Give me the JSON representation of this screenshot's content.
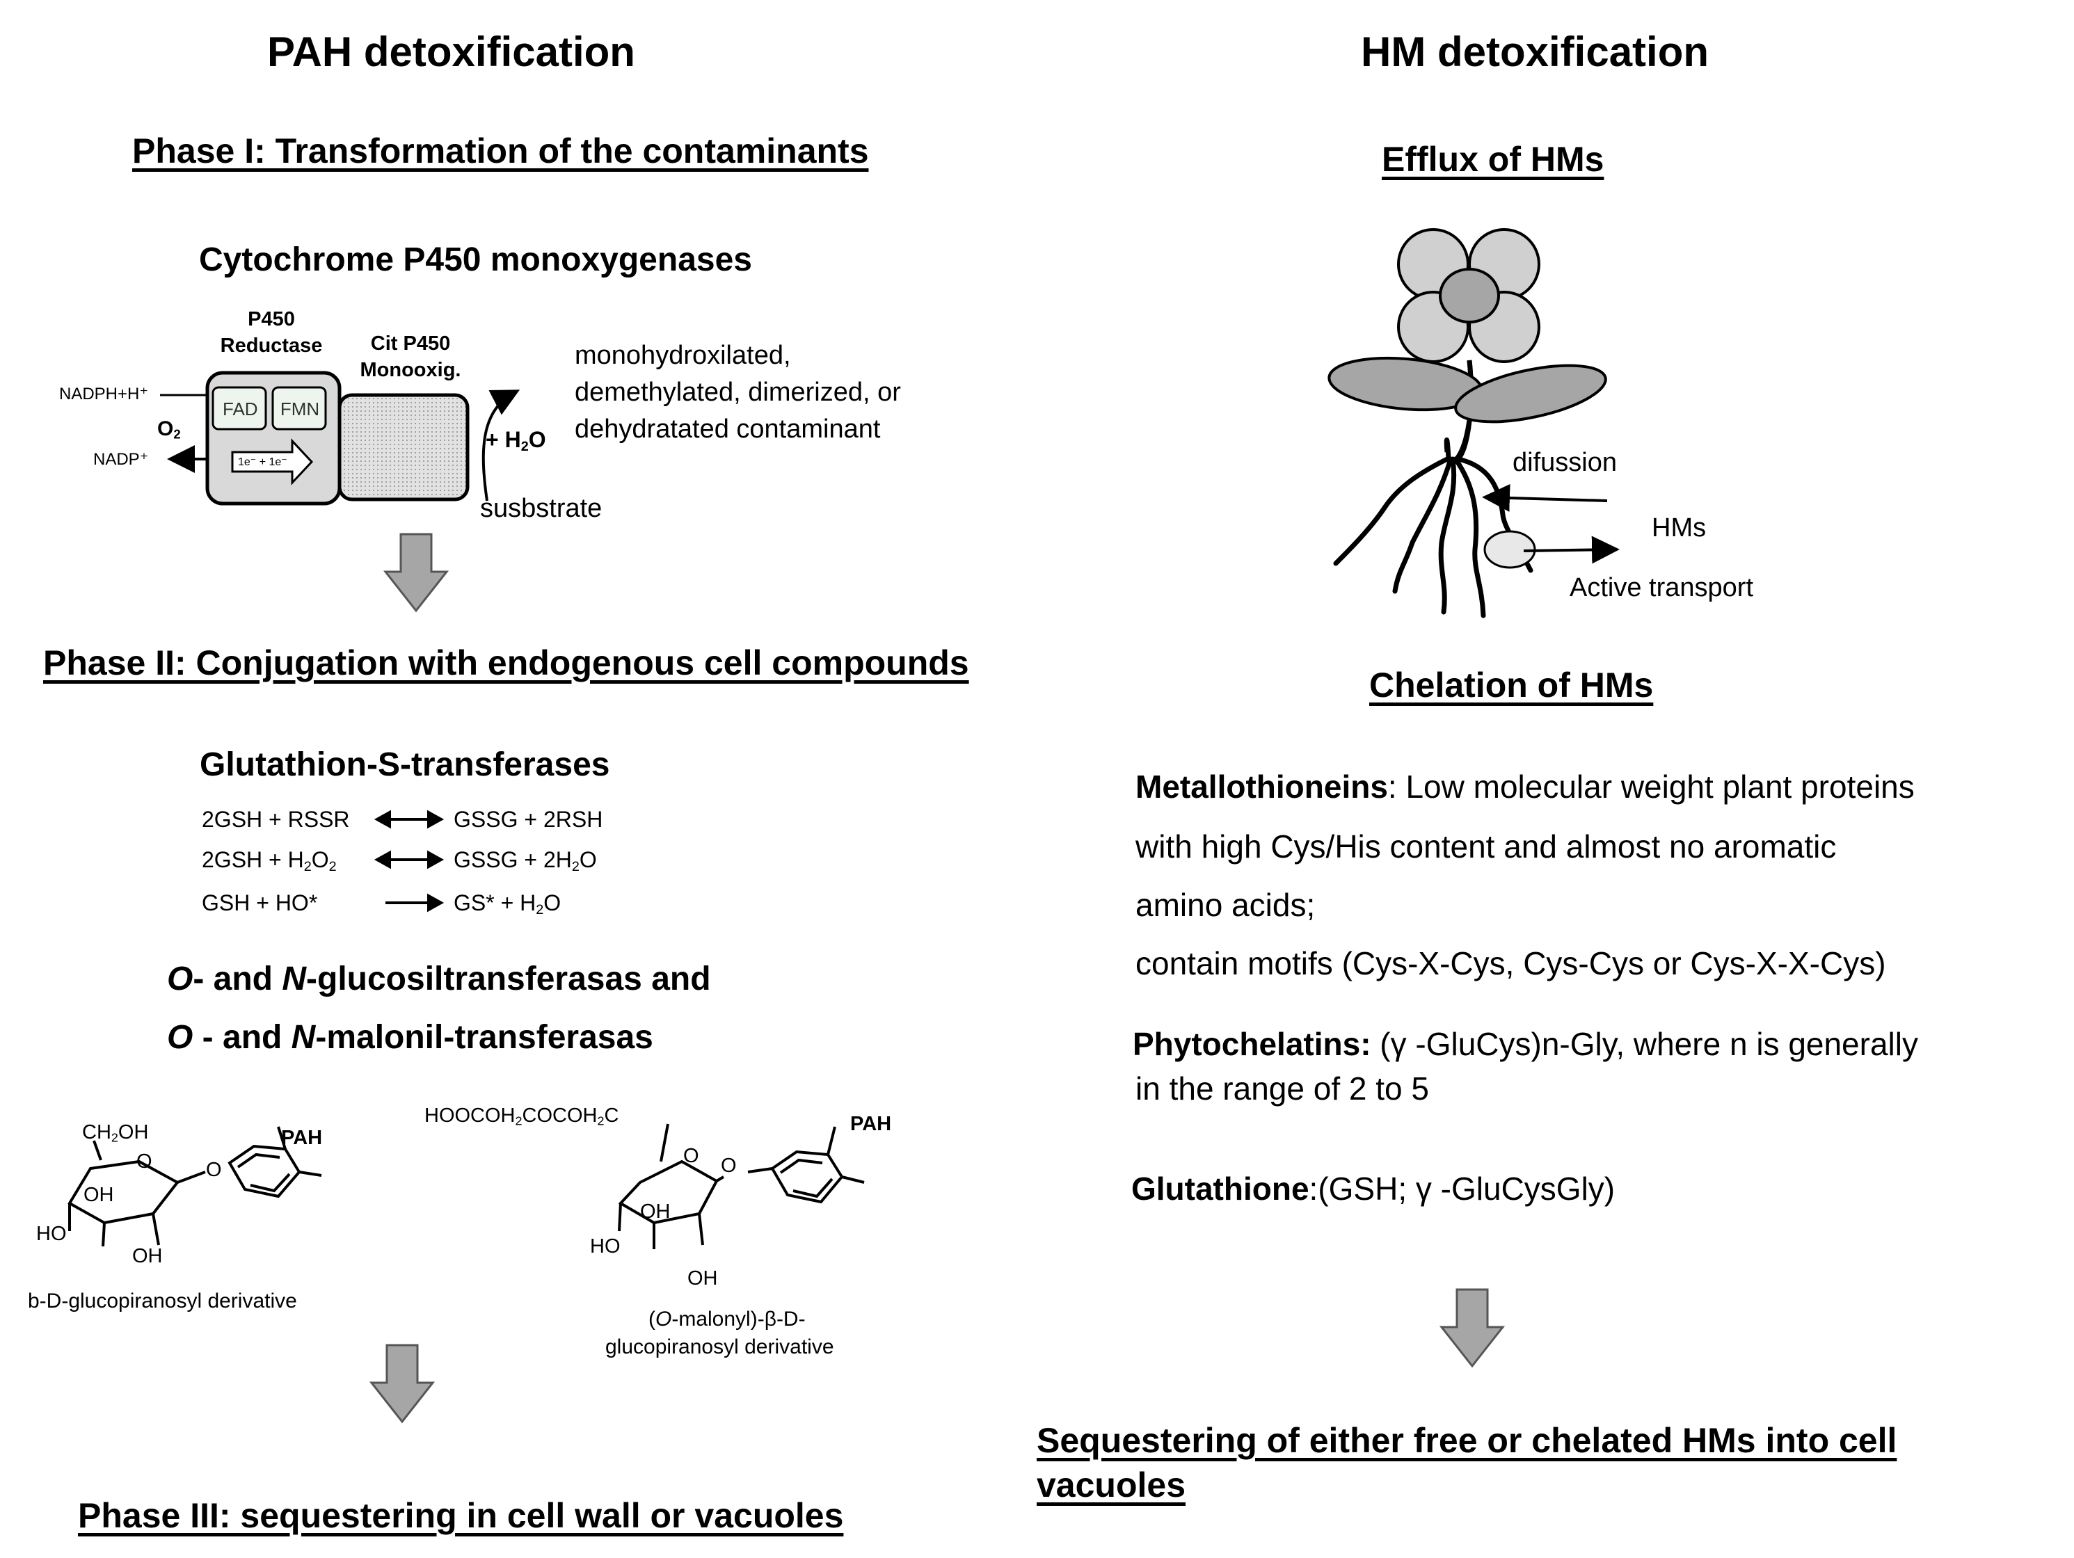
{
  "pah": {
    "title": "PAH detoxification",
    "phase1": {
      "heading": "Phase I: Transformation of the contaminants",
      "enzyme": "Cytochrome P450 monoxygenases",
      "reductase_label_1": "P450",
      "reductase_label_2": "Reductase",
      "monooxig_label_1": "Cit P450",
      "monooxig_label_2": "Monooxig.",
      "fad": "FAD",
      "fmn": "FMN",
      "electrons": "1e⁻ + 1e⁻",
      "nadph": "NADPH+H⁺",
      "nadp": "NADP⁺",
      "o2": "O",
      "o2_sub": "2",
      "h2o_a": "+ H",
      "h2o_sub": "2",
      "h2o_b": "O",
      "substrate": "susbstrate",
      "products": [
        "monohydroxilated,",
        "demethylated, dimerized, or",
        "dehydratated contaminant"
      ]
    },
    "phase2": {
      "heading": "Phase II: Conjugation with endogenous cell compounds",
      "gst_title": "Glutathion-S-transferases",
      "reactions": [
        {
          "left": "2GSH + RSSR",
          "right": "GSSG + 2RSH"
        },
        {
          "left_a": "2GSH + H",
          "left_sub": "2",
          "left_b": "O",
          "left_sub2": "2",
          "right_a": "GSSG + 2H",
          "right_sub": "2",
          "right_b": "O"
        },
        {
          "left": "GSH + HO*",
          "right_a": "GS* + H",
          "right_sub": "2",
          "right_b": "O"
        }
      ],
      "transferases_line1": [
        "O",
        "- and ",
        "N",
        "-glucosiltransferasas and"
      ],
      "transferases_line2": [
        "O",
        " - and ",
        "N",
        "-malonil-transferasas"
      ],
      "struct1": {
        "ch2oh_a": "CH",
        "ch2oh_sub": "2",
        "ch2oh_b": "OH",
        "oh1": "OH",
        "oh2": "OH",
        "ho": "HO",
        "o_ring": "O",
        "o_link": "O",
        "pah": "PAH",
        "caption": "b-D-glucopiranosyl derivative"
      },
      "struct2": {
        "chain_a": "HOOCOH",
        "chain_sub1": "2",
        "chain_b": "COCOH",
        "chain_sub2": "2",
        "chain_c": "C",
        "oh1": "OH",
        "oh2": "OH",
        "ho": "HO",
        "o_ring": "O",
        "o_link": "O",
        "pah": "PAH",
        "caption_1a": "(",
        "caption_1b": "O",
        "caption_1c": "-malonyl)-β-D-",
        "caption_2": "glucopiranosyl derivative"
      }
    },
    "phase3": {
      "heading": "Phase III: sequestering in cell wall or vacuoles"
    }
  },
  "hm": {
    "title": "HM detoxification",
    "efflux_heading": "Efflux of HMs",
    "difussion": "difussion",
    "hms": "HMs",
    "active_transport": "Active transport",
    "chelation_heading": "Chelation of HMs",
    "metallothioneins_term": "Metallothioneins",
    "metallothioneins_lines": [
      ":  Low molecular weight plant proteins",
      "with high Cys/His content and almost no aromatic",
      "amino acids;",
      "contain motifs (Cys-X-Cys, Cys-Cys or Cys-X-X-Cys)"
    ],
    "phytochelatins_term": "Phytochelatins:",
    "phytochelatins_line1": " (γ -GluCys)n-Gly, where n is generally",
    "phytochelatins_line2": " in the range of 2 to 5",
    "glutathione_term": "Glutathione",
    "glutathione_def": ":(GSH;  γ -GluCysGly)",
    "sequestering": [
      "Sequestering of either free or chelated HMs into cell",
      "vacuoles"
    ]
  },
  "colors": {
    "arrow_fill": "#a6a6a6",
    "box_fill": "#d9d9d9",
    "petal_fill": "#d0d0d0",
    "leaf_fill": "#a6a6a6",
    "fad_fill": "#eef5ee"
  }
}
